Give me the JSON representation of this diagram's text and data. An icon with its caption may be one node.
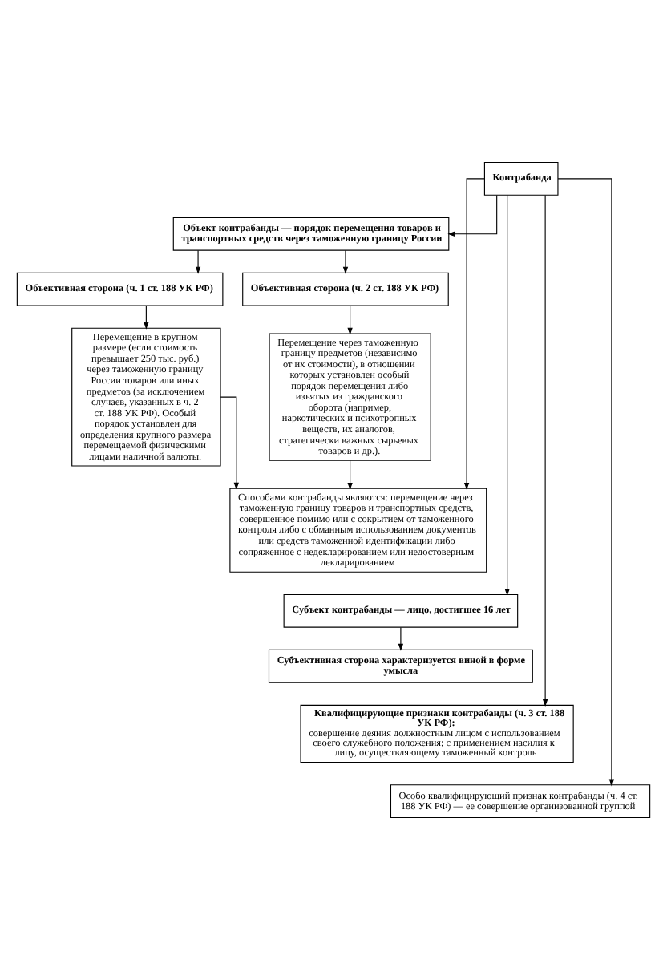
{
  "diagram": {
    "nodes": [
      {
        "text": [
          "Контрабанда"
        ]
      },
      {
        "text": [
          "Объект контрабанды — порядок перемещения товаров и транспортных средств через таможенную границу России"
        ]
      },
      {
        "text": [
          "Объективная сторона (ч. 1 ст. 188 УК РФ)"
        ]
      },
      {
        "text": [
          "Объективная сторона (ч. 2 ст. 188 УК РФ)"
        ]
      },
      {
        "text": [
          "Перемещение в крупном размере (если стоимость превышает 250 тыс. руб.) через таможенную границу России товаров или иных предметов (за исключением случаев, указанных в ч. 2 ст. 188 УК РФ). Особый порядок установлен для определения крупного размера перемещаемой физическими лицами наличной валюты."
        ]
      },
      {
        "text": [
          "Перемещение через таможенную границу предметов (независимо от их стоимости), в отношении которых установлен особый порядок перемещения либо изъятых из гражданского оборота (например, наркотических и психотропных веществ, их аналогов, стратегически важных сырьевых товаров и др.)."
        ]
      },
      {
        "text": [
          "Способами контрабанды являются: перемещение через таможенную границу товаров и транспортных средств, совершенное помимо или с сокрытием от таможенного контроля либо с обманным использованием документов или средств таможенной идентификации либо сопряженное с недекларированием или недостоверным декларированием"
        ]
      },
      {
        "text": [
          "Субъект контрабанды — лицо, достигшее 16 лет"
        ]
      },
      {
        "text": [
          "Субъективная сторона характеризуется виной в форме умысла"
        ]
      },
      {
        "text": [
          "Квалифицирующие признаки контрабанды (ч. 3 ст. 188 УК РФ):",
          "совершение деяния должностным лицом с использованием своего служебного положения; с применением насилия к лицу, осуществляющему таможенный контроль"
        ]
      },
      {
        "text": [
          "Особо квалифицирующий признак контрабанды (ч. 4 ст. 188 УК РФ) — ее совершение организованной группой"
        ]
      }
    ],
    "edges": [
      {
        "from": 0,
        "to": 1,
        "arrow": "to"
      },
      {
        "from": 1,
        "to": 2,
        "arrow": "to"
      },
      {
        "from": 1,
        "to": 3,
        "arrow": "to"
      },
      {
        "from": 2,
        "to": 4,
        "arrow": "to"
      },
      {
        "from": 3,
        "to": 5,
        "arrow": "to"
      },
      {
        "from": 4,
        "to": 6,
        "arrow": "to"
      },
      {
        "from": 5,
        "to": 6,
        "arrow": "to"
      },
      {
        "from": 0,
        "to": 6,
        "arrow": "to"
      },
      {
        "from": 0,
        "to": 7,
        "arrow": "to"
      },
      {
        "from": 7,
        "to": 8,
        "arrow": "to"
      },
      {
        "from": 0,
        "to": 9,
        "arrow": "to"
      },
      {
        "from": 0,
        "to": 10,
        "arrow": "to"
      }
    ]
  }
}
